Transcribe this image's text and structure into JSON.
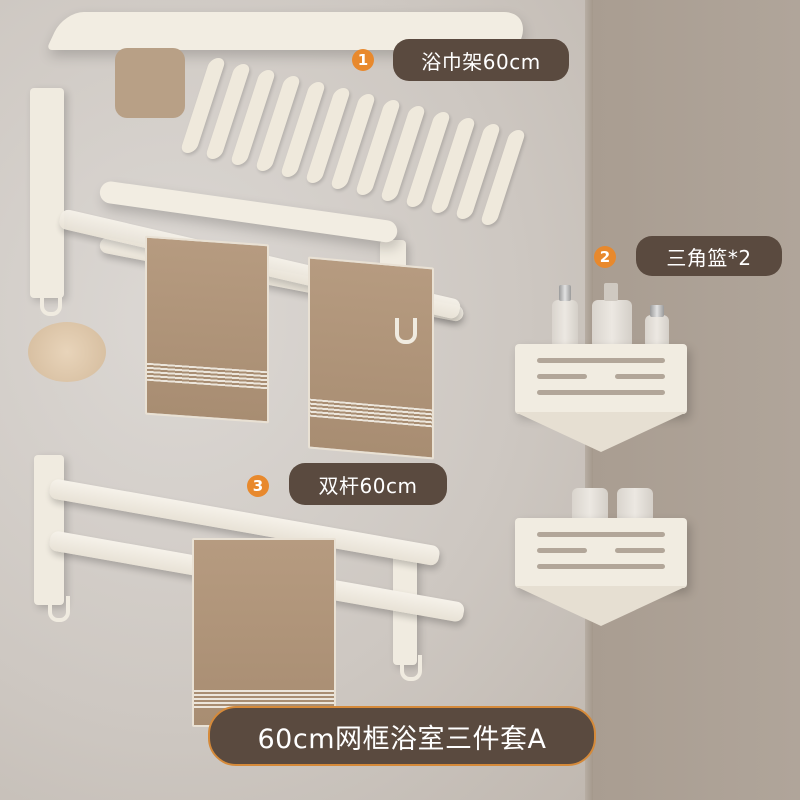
{
  "labels": [
    {
      "badge": "1",
      "text": "浴巾架60cm"
    },
    {
      "badge": "2",
      "text": "三角篮*2"
    },
    {
      "badge": "3",
      "text": "双杆60cm"
    }
  ],
  "banner": {
    "text": "60cm网框浴室三件套A"
  },
  "colors": {
    "pill_bg": "#5a4a3f",
    "badge": "#e8892d",
    "banner_border": "#d58a3a",
    "product": "#f0ebe0",
    "towel": "#b09479",
    "wall": "#cfc9c4"
  }
}
